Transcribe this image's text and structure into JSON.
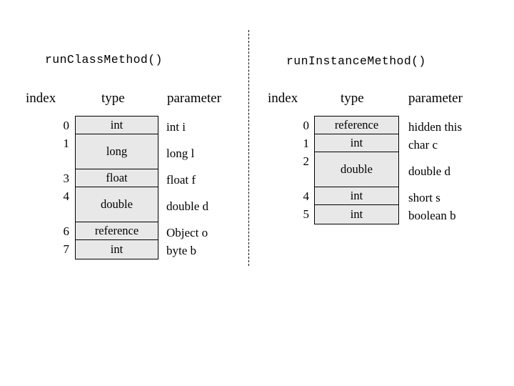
{
  "figure": {
    "title_left": "runClassMethod()",
    "title_right": "runInstanceMethod()",
    "divider": "dashed-vertical-separator",
    "box_fill": "#e8e8e8",
    "box_border": "#000000",
    "background": "#ffffff"
  },
  "columns": {
    "index": "index",
    "type": "type",
    "parameter": "parameter"
  },
  "panels": [
    {
      "id": "run-class-method",
      "title": "runClassMethod()",
      "headers": {
        "index": "index",
        "type": "type",
        "parameter": "parameter"
      },
      "slots": [
        {
          "index": "0",
          "type": "int",
          "parameter": "int i",
          "span": 1
        },
        {
          "index": "1",
          "type": "long",
          "parameter": "long l",
          "span": 2
        },
        {
          "index": "3",
          "type": "float",
          "parameter": "float f",
          "span": 1
        },
        {
          "index": "4",
          "type": "double",
          "parameter": "double d",
          "span": 2
        },
        {
          "index": "6",
          "type": "reference",
          "parameter": "Object o",
          "span": 1
        },
        {
          "index": "7",
          "type": "int",
          "parameter": "byte b",
          "span": 1
        }
      ]
    },
    {
      "id": "run-instance-method",
      "title": "runInstanceMethod()",
      "headers": {
        "index": "index",
        "type": "type",
        "parameter": "parameter"
      },
      "slots": [
        {
          "index": "0",
          "type": "reference",
          "parameter": "hidden this",
          "span": 1
        },
        {
          "index": "1",
          "type": "int",
          "parameter": "char c",
          "span": 1
        },
        {
          "index": "2",
          "type": "double",
          "parameter": "double d",
          "span": 2
        },
        {
          "index": "4",
          "type": "int",
          "parameter": "short s",
          "span": 1
        },
        {
          "index": "5",
          "type": "int",
          "parameter": "boolean b",
          "span": 1
        }
      ]
    }
  ]
}
